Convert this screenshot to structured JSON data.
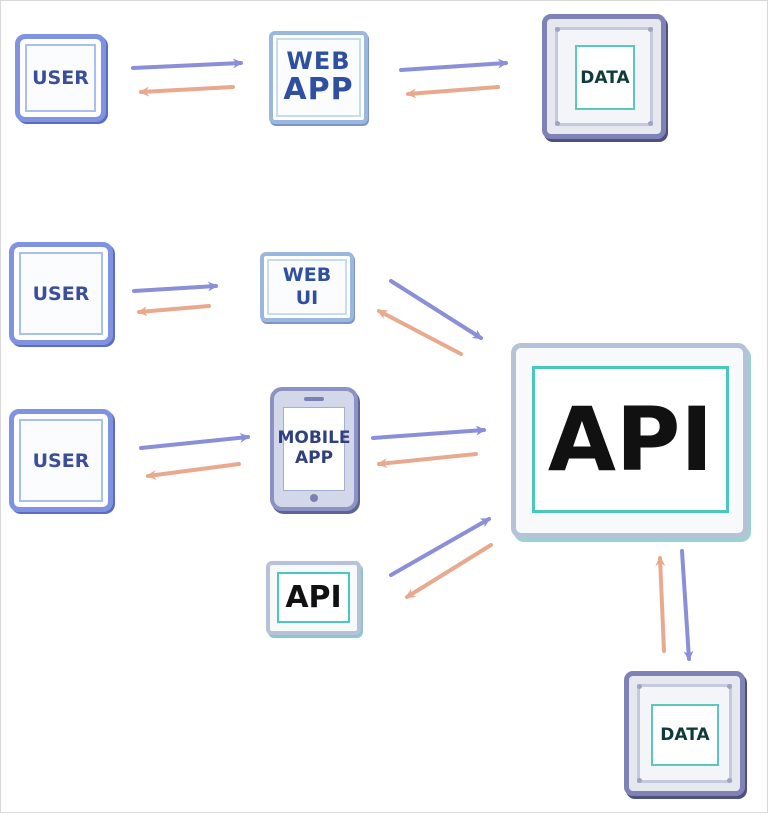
{
  "diagram": {
    "top_row": {
      "user": "USER",
      "web_app": [
        "WEB",
        "APP"
      ],
      "data": "DATA"
    },
    "bottom": {
      "user_1": "USER",
      "web_ui": [
        "WEB",
        "UI"
      ],
      "user_2": "USER",
      "mobile_app": [
        "MOBILE",
        "APP"
      ],
      "api_small": "API",
      "api_main": "API",
      "data": "DATA"
    },
    "colors": {
      "forward_arrow": "#8a8fd8",
      "return_arrow": "#e8a98e",
      "teal_border": "#4bc8bd",
      "user_border": "#7f93e0",
      "data_border": "#7f82b5"
    }
  }
}
